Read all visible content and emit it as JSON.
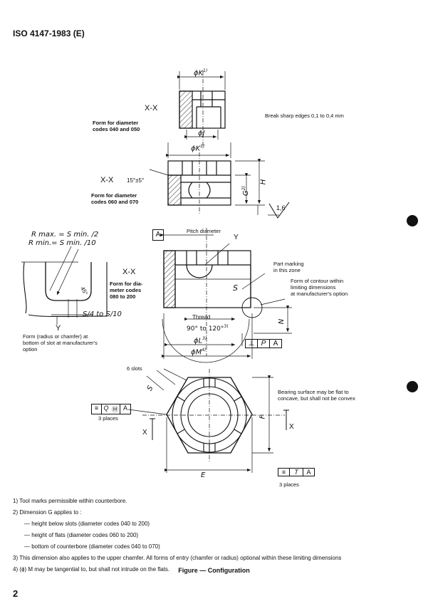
{
  "header": {
    "standard": "ISO 4147-1983 (E)"
  },
  "top_view": {
    "section_label": "X-X",
    "form_label_1": "Form for diameter",
    "form_label_2": "codes 040 and 050",
    "dim_k": "ϕK",
    "dim_k_note": "1)",
    "dim_j": "ϕJ"
  },
  "middle_view": {
    "section_label": "X-X",
    "angle": "15°±5°",
    "form_label_1": "Form for diameter",
    "form_label_2": "codes 060 and 070",
    "dim_k": "ϕK",
    "dim_k_note": "1)",
    "dim_g": "G",
    "dim_g_note": "2)",
    "dim_h": "H",
    "roughness": "1,6"
  },
  "notes_right": {
    "break_edges": "Break sharp edges 0,1 to 0,4 mm"
  },
  "slot_detail": {
    "rmax": "R max. = S min. /2",
    "rmin": "R min.= S min. /10",
    "angle": "45°",
    "width": "S/4 to S/10",
    "section": "Y",
    "caption_1": "Form (radius or chamfer) at",
    "caption_2": "bottom of slot at manufacturer's",
    "caption_3": "option"
  },
  "large_view": {
    "datum": "A",
    "pitch_diameter": "Pitch diameter",
    "y_label": "Y",
    "section_label": "X-X",
    "form_label_1": "Form for dia-",
    "form_label_2": "meter codes",
    "form_label_3": "080 to 200",
    "s_label": "S",
    "part_marking_1": "Part marking",
    "part_marking_2": "in this zone",
    "contour_1": "Form of contour within",
    "contour_2": "limiting dimensions",
    "contour_3": "at manufacturer's option",
    "thread": "Thread",
    "angle": "90° to 120°",
    "angle_note": "3)",
    "dim_l": "ϕL",
    "dim_l_note": "3)",
    "dim_m": "ϕM",
    "dim_m_note": "4)",
    "dim_n": "N",
    "fcf": [
      "⊥",
      "P",
      "A"
    ]
  },
  "plan_view": {
    "slots": "6 slots",
    "s_label": "S",
    "fcf_left": [
      "≡",
      "Q",
      "Ⓜ",
      "A"
    ],
    "places_left": "3 places",
    "x_left": "X",
    "x_right": "X",
    "dim_f": "F",
    "dim_e": "E",
    "bearing_1": "Bearing surface may be flat to",
    "bearing_2": "concave, but shall not be convex",
    "fcf_bottom": [
      "≡",
      "T",
      "A"
    ],
    "places_bottom": "3 places"
  },
  "footnotes": {
    "n1": "1)   Tool marks permissible within counterbore.",
    "n2": "2)   Dimension G applies to :",
    "n2a": "— height below slots (diameter codes 040 to 200)",
    "n2b": "— height of flats (diameter codes 060 to 200)",
    "n2c": "— bottom of counterbore (diameter codes 040 to 070)",
    "n3": "3)   This dimension also applies to the upper chamfer. All forms of entry (chamfer or radius) optional within these limiting dimensions",
    "n4": "4)   (ϕ) M may be tangential to, but shall not intrude on the flats."
  },
  "caption": "Figure — Configuration",
  "page_number": "2"
}
